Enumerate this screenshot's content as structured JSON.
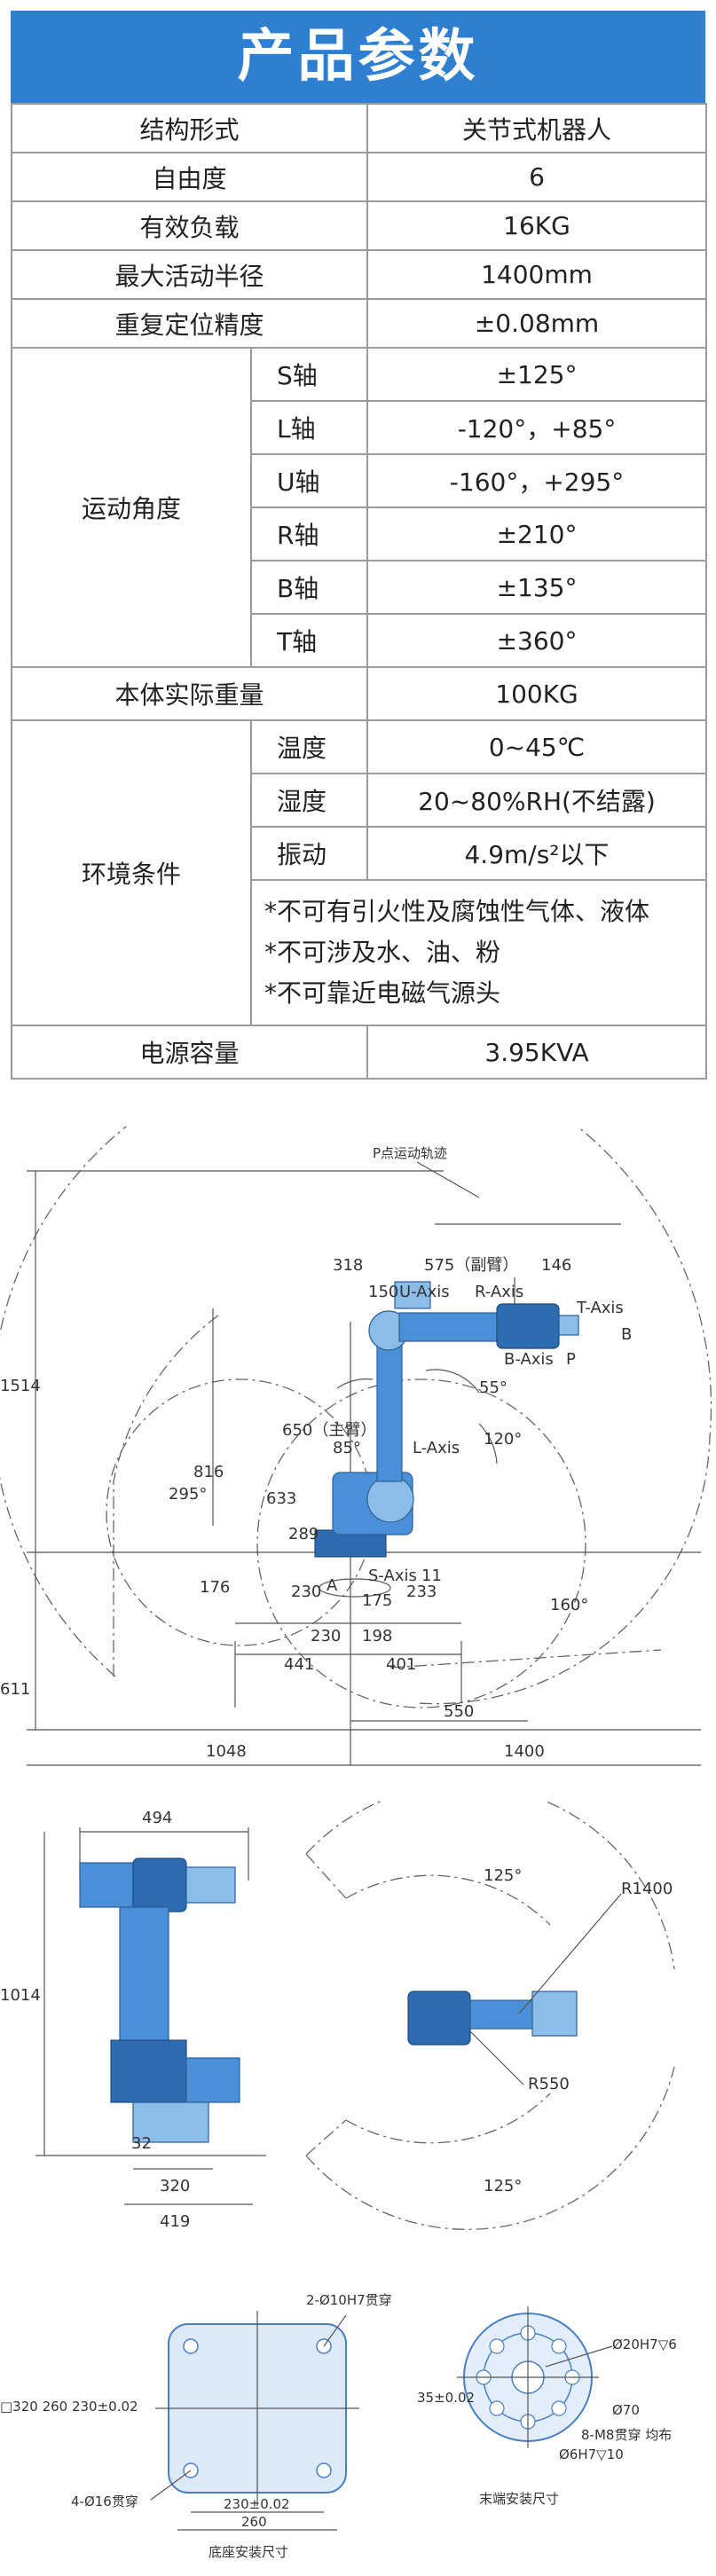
{
  "table": {
    "title": "产品参数",
    "structure": {
      "label": "结构形式",
      "value": "关节式机器人"
    },
    "dof": {
      "label": "自由度",
      "value": "6"
    },
    "payload": {
      "label": "有效负载",
      "value": "16KG"
    },
    "reach": {
      "label": "最大活动半径",
      "value": "1400mm"
    },
    "repeat": {
      "label": "重复定位精度",
      "value": "±0.08mm"
    },
    "motion": {
      "label": "运动角度",
      "axes": [
        {
          "axis": "S轴",
          "value": "±125°"
        },
        {
          "axis": "L轴",
          "value": "-120°，+85°"
        },
        {
          "axis": "U轴",
          "value": "-160°，+295°"
        },
        {
          "axis": "R轴",
          "value": "±210°"
        },
        {
          "axis": "B轴",
          "value": "±135°"
        },
        {
          "axis": "T轴",
          "value": "±360°"
        }
      ]
    },
    "weight": {
      "label": "本体实际重量",
      "value": "100KG"
    },
    "environment": {
      "label": "环境条件",
      "items": [
        {
          "name": "温度",
          "value": "0~45℃"
        },
        {
          "name": "湿度",
          "value": "20~80%RH(不结露)"
        },
        {
          "name": "振动",
          "value": "4.9m/s²以下"
        }
      ],
      "notes": [
        "*不可有引火性及腐蚀性气体、液体",
        "*不可涉及水、油、粉",
        "*不可靠近电磁气源头"
      ]
    },
    "power": {
      "label": "电源容量",
      "value": "3.95KVA"
    }
  },
  "drawing1": {
    "trajectory_label": "P点运动轨迹",
    "axis_labels": {
      "u": "U-Axis",
      "r": "R-Axis",
      "t": "T-Axis",
      "b": "B-Axis",
      "l": "L-Axis",
      "s": "S-Axis",
      "p": "P",
      "b_letter": "B",
      "a_letter": "A"
    },
    "forearm_label": "575（副臂）",
    "upperarm_label": "650（主臂）",
    "dims": {
      "d318": "318",
      "d146": "146",
      "d150": "150",
      "d1514": "1514",
      "d611": "611",
      "d816": "816",
      "d633": "633",
      "d289": "289",
      "d176": "176",
      "d230a": "230",
      "d175": "175",
      "d11": "11",
      "d233": "233",
      "d230b": "230",
      "d198": "198",
      "d441": "441",
      "d401": "401",
      "d550": "550",
      "d1048": "1048",
      "d1400": "1400"
    },
    "angles": {
      "a55": "55°",
      "a85": "85°",
      "a120": "120°",
      "a295": "295°",
      "a160": "160°"
    }
  },
  "drawing2": {
    "dims": {
      "d494": "494",
      "d1014": "1014",
      "d32": "32",
      "d320": "320",
      "d419": "419"
    },
    "r1400": "R1400",
    "r550": "R550",
    "angle_top": "125°",
    "angle_bottom": "125°"
  },
  "drawing3": {
    "base": {
      "hole_top": "2-Ø10H7贯穿",
      "left_dim": "□320 260 230±0.02",
      "hole_bottom": "4-Ø16贯穿",
      "d230": "230±0.02",
      "d260": "260",
      "caption": "底座安装尺寸"
    },
    "flange": {
      "h20": "Ø20H7▽6",
      "d35": "35±0.02",
      "d70": "Ø70",
      "m8": "8-M8贯穿  均布",
      "h6": "Ø6H7▽10",
      "caption": "末端安装尺寸"
    }
  }
}
